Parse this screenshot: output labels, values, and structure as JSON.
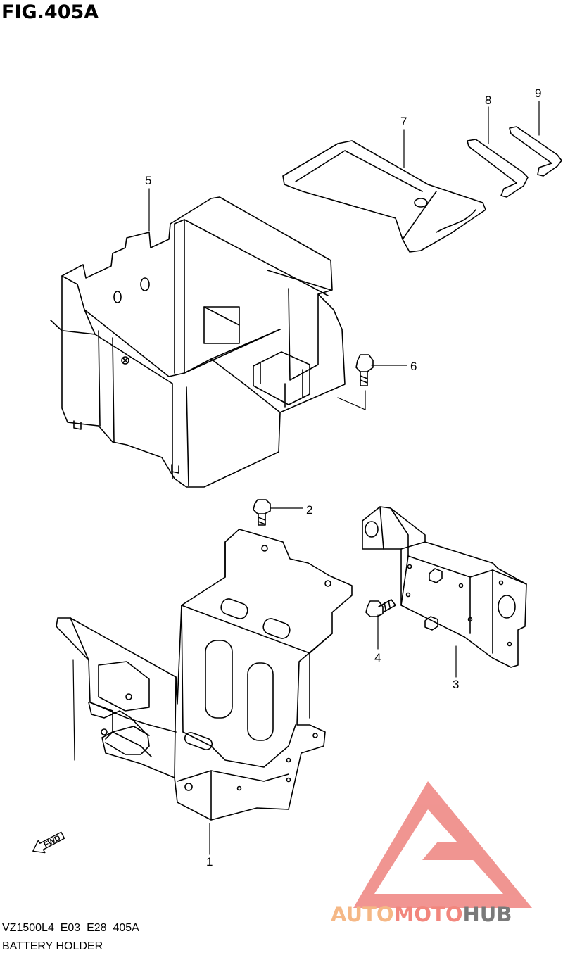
{
  "figure": {
    "title": "FIG.405A",
    "code": "VZ1500L4_E03_E28_405A",
    "name": "BATTERY HOLDER"
  },
  "callouts": {
    "c1": "1",
    "c2": "2",
    "c3": "3",
    "c4": "4",
    "c5": "5",
    "c6": "6",
    "c7": "7",
    "c8": "8",
    "c9": "9"
  },
  "fwd": {
    "label": "FWD"
  },
  "watermark": {
    "part1": "AUTO",
    "part2": "MOTO",
    "part3": "HUB",
    "colors": {
      "part1": "#f5b886",
      "part2": "#f2877e",
      "part3": "#7a7a7a",
      "logo": "#ef8a86"
    }
  }
}
